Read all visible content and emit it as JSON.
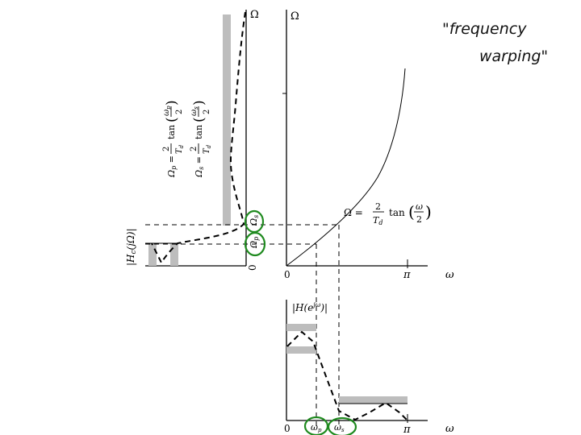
{
  "annotation": {
    "line1": "\"frequency",
    "line2": "warping\""
  },
  "mapping_plot": {
    "y_axis_label": "Ω",
    "x_axis_label": "ω",
    "origin_label": "0",
    "pi_label": "π",
    "curve_formula": "Ω = (2/T_d) tan(ω/2)"
  },
  "analog_response": {
    "title": "|H_c(jΩ)|",
    "axis_label": "Ω",
    "origin_label": "0",
    "omega_p_label": "Ω_p",
    "omega_s_label": "Ω_s",
    "formula_p": "Ω_p = (2/T_d) tan(ω_p/2)",
    "formula_s": "Ω_s = (2/T_d) tan(ω_s/2)"
  },
  "digital_response": {
    "title": "|H(e^{jω})|",
    "x_axis_label": "ω",
    "origin_label": "0",
    "pi_label": "π",
    "omega_p_label": "ω_p",
    "omega_s_label": "ω_s"
  },
  "highlight_color": "#1f8a1f"
}
